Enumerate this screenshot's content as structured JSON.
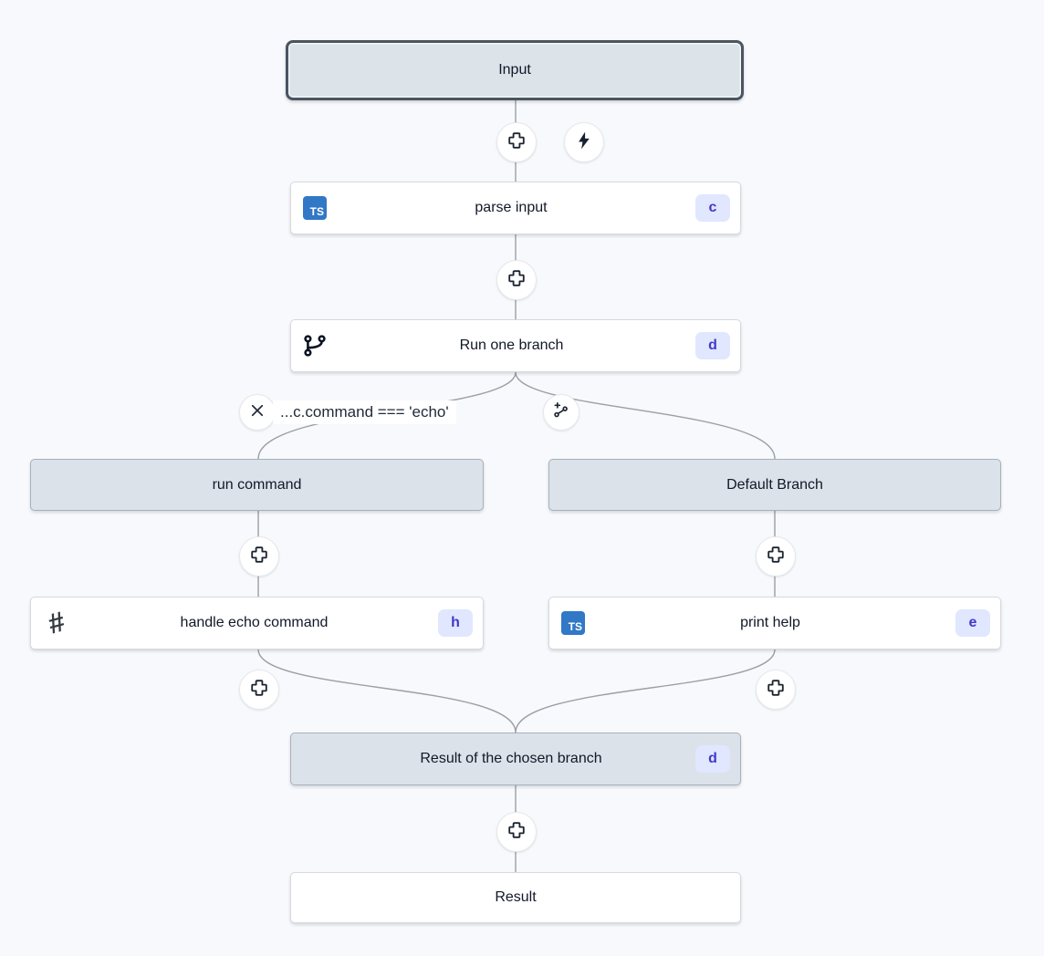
{
  "flow": {
    "input": {
      "label": "Input"
    },
    "steps": {
      "parse_input": {
        "label": "parse input",
        "badge": "c",
        "lang_icon": "TS"
      },
      "run_one_branch": {
        "label": "Run one branch",
        "badge": "d"
      },
      "handle_echo_command": {
        "label": "handle echo command",
        "badge": "h"
      },
      "print_help": {
        "label": "print help",
        "badge": "e",
        "lang_icon": "TS"
      },
      "result_of_chosen_branch": {
        "label": "Result of the chosen branch",
        "badge": "d"
      },
      "result": {
        "label": "Result"
      }
    },
    "branches": {
      "run_command": {
        "label": "run command",
        "condition": "...c.command === 'echo'"
      },
      "default_branch": {
        "label": "Default Branch"
      }
    }
  },
  "icons": {
    "add_step": "plus-cross-outline",
    "trigger": "lightning-bolt",
    "branch_type": "git-branch",
    "stop_condition": "x-mark",
    "add_branch": "git-branch-plus",
    "bash_lang": "hash",
    "typescript_lang": "TS"
  },
  "colors": {
    "canvas_bg": "#f7f9fc",
    "node_bg": "#ffffff",
    "node_border": "#d5dade",
    "header_bg": "#dbe2e9",
    "header_border": "#a7b1ba",
    "selected_border": "#4a5561",
    "edge": "#9aa0a6",
    "badge_bg": "#e0e7ff",
    "badge_text": "#4338ca",
    "ts_blue": "#3178c6",
    "icon_dark": "#1b2430"
  }
}
